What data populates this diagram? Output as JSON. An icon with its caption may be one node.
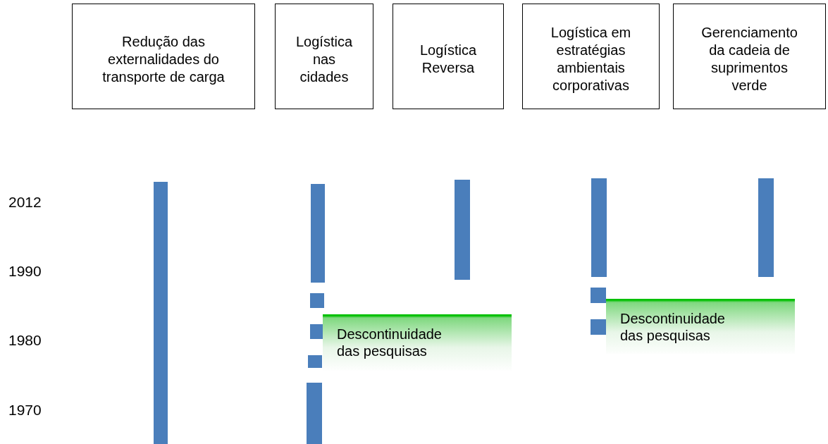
{
  "diagram": {
    "nodes": [
      {
        "text": [
          "Redução das externalidades do transporte de carga"
        ]
      },
      {
        "text": [
          "Logística nas cidades"
        ]
      },
      {
        "text": [
          "Logística Reversa"
        ]
      },
      {
        "text": [
          "Logística em estratégias ambientais corporativas"
        ]
      },
      {
        "text": [
          "Gerenciamento da cadeia de suprimentos verde"
        ]
      },
      {
        "text": [
          "Descontinuidade das pesquisas"
        ]
      },
      {
        "text": [
          "Descontinuidade das pesquisas"
        ]
      }
    ],
    "labels": [
      "2012",
      "1990",
      "1980",
      "1970"
    ]
  }
}
